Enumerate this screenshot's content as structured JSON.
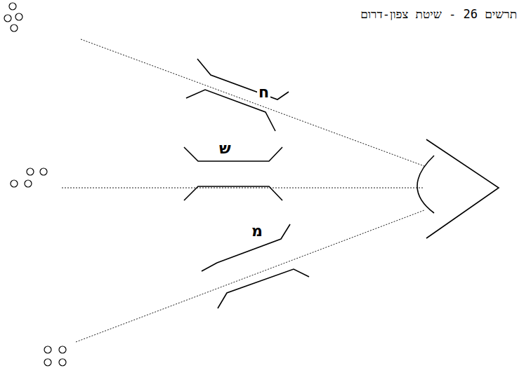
{
  "diagram": {
    "title": "תרשים 26 - שיטת צפון-דרום",
    "labels": [
      "ח",
      "ש",
      "מ"
    ]
  }
}
